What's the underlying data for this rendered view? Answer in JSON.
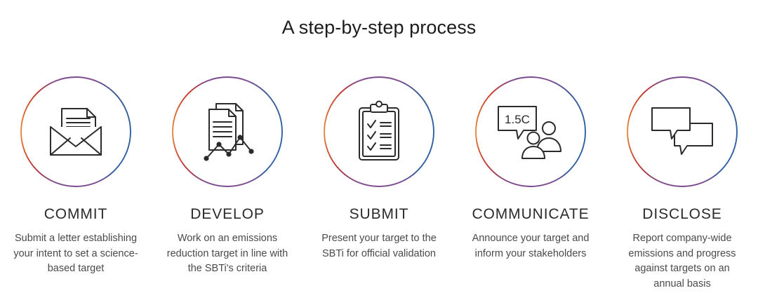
{
  "header": {
    "title": "A step-by-step process"
  },
  "theme": {
    "background": "#ffffff",
    "title_color": "#1c1c1c",
    "label_color": "#2b2b2b",
    "desc_color": "#4a4a4a",
    "icon_stroke": "#2b2b2b",
    "ring_gradient": {
      "top": "#7b4a8e",
      "upper_left": "#c0392f",
      "left": "#e8893c",
      "lower_left": "#c0392f",
      "bottom": "#7b4a8e",
      "right": "#2e5fa3",
      "upper_right": "#2e5fa3"
    }
  },
  "steps": [
    {
      "index": 1,
      "icon": "envelope-letter-icon",
      "label": "COMMIT",
      "description": "Submit a letter establishing your intent to set a science-based target"
    },
    {
      "index": 2,
      "icon": "documents-chart-icon",
      "label": "DEVELOP",
      "description": "Work on an emissions reduction target in line with the SBTi's criteria"
    },
    {
      "index": 3,
      "icon": "clipboard-checklist-icon",
      "label": "SUBMIT",
      "description": "Present your target to the SBTi for official validation"
    },
    {
      "index": 4,
      "icon": "speech-bubble-people-icon",
      "label": "COMMUNICATE",
      "description": "Announce your target and inform your stakeholders",
      "bubble_text": "1.5C"
    },
    {
      "index": 5,
      "icon": "two-speech-bubbles-icon",
      "label": "DISCLOSE",
      "description": "Report company-wide emissions and progress against targets on an annual basis"
    }
  ]
}
